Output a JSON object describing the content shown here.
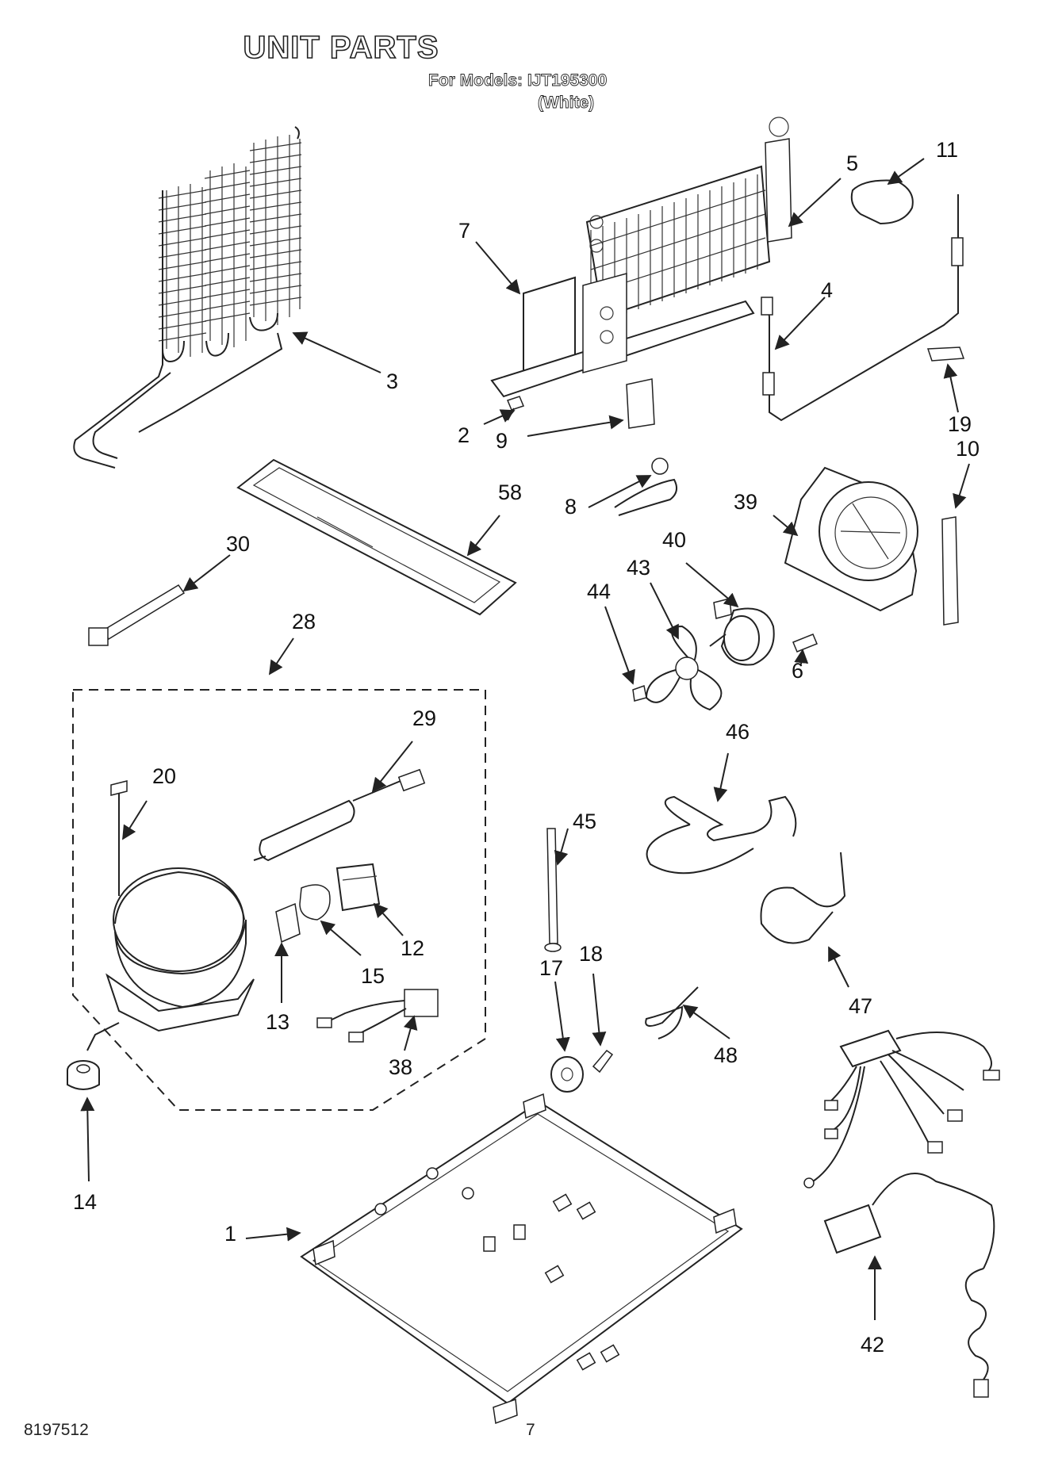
{
  "header": {
    "title": "UNIT PARTS",
    "models_line": "For Models: IJT195300",
    "color_line": "(White)"
  },
  "footer": {
    "doc_number": "8197512",
    "page_number": "7"
  },
  "callouts": [
    "1",
    "2",
    "3",
    "4",
    "5",
    "6",
    "7",
    "8",
    "9",
    "10",
    "11",
    "12",
    "13",
    "14",
    "15",
    "17",
    "18",
    "19",
    "20",
    "28",
    "29",
    "30",
    "38",
    "39",
    "40",
    "42",
    "43",
    "44",
    "45",
    "46",
    "47",
    "48",
    "58"
  ]
}
